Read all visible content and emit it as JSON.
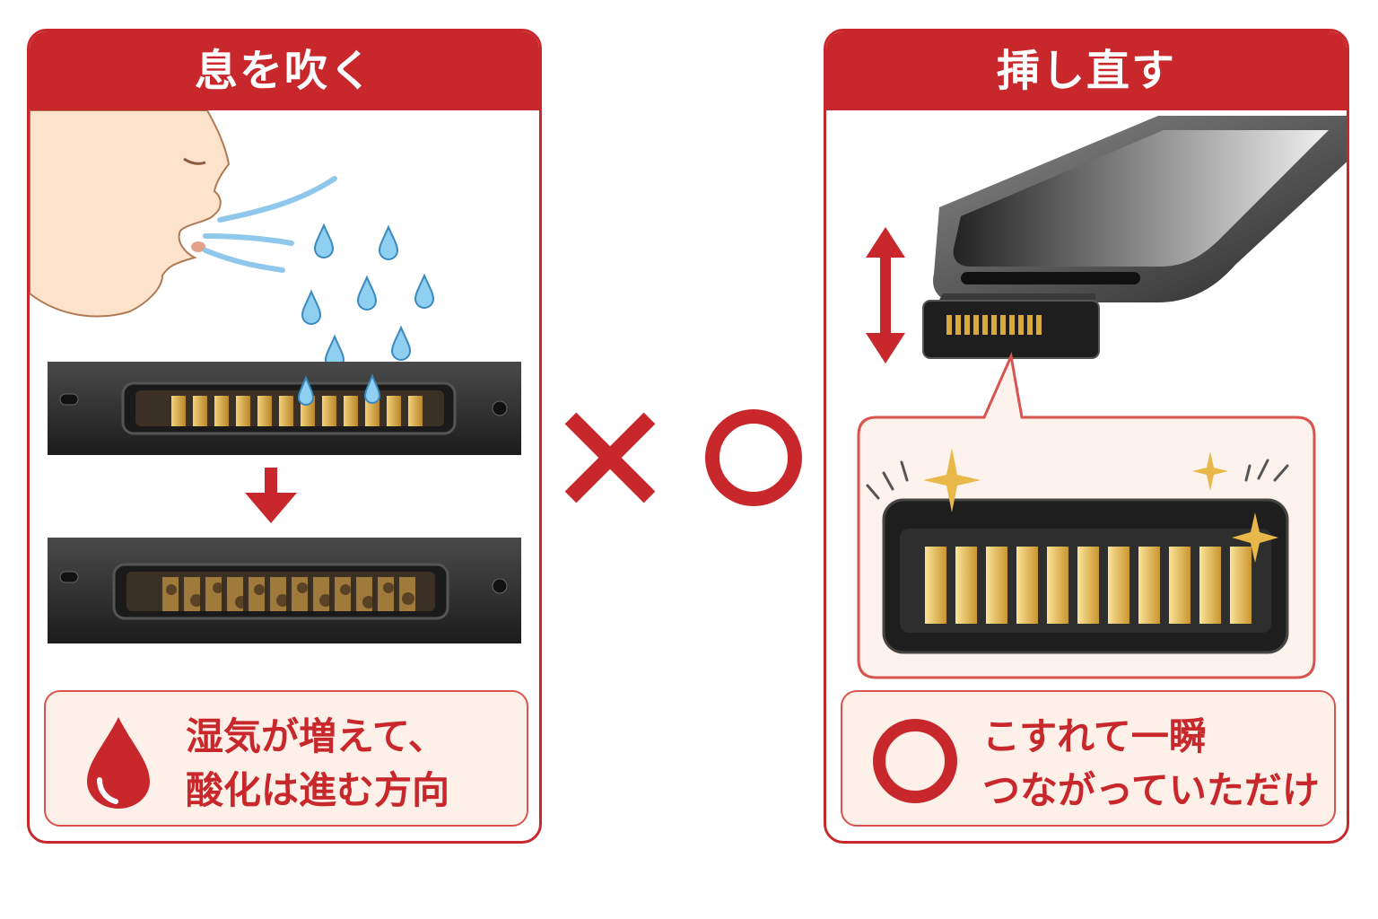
{
  "left_panel": {
    "title": "息を吹く",
    "note_line1": "湿気が増えて、",
    "note_line2": "酸化は進む方向",
    "note_icon": "water-drop-icon"
  },
  "right_panel": {
    "title": "挿し直す",
    "note_line1": "こすれて一瞬",
    "note_line2": "つながっていただけ",
    "note_icon": "circle-mark-icon"
  },
  "center": {
    "wrong_mark": "cross-mark-icon",
    "right_mark": "circle-mark-icon"
  },
  "colors": {
    "accent_red": "#c8282c",
    "note_bg": "#fdf0e8",
    "contact_gold": "#d4a53a",
    "water_blue": "#5aa9d8"
  }
}
